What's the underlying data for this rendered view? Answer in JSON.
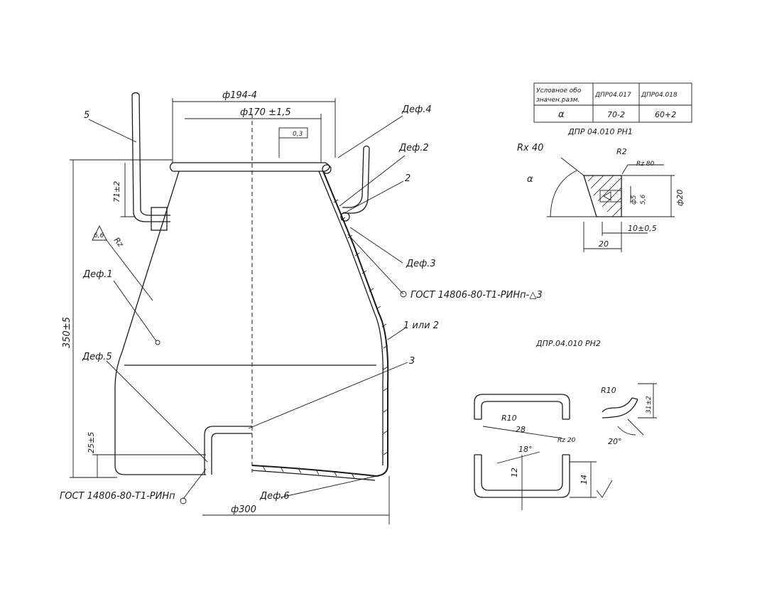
{
  "dimensions": {
    "d194": "ф194-4",
    "d170": "ф170 ±1,5",
    "flat": "0,3",
    "h71": "71±2",
    "h350": "350±5",
    "h25": "25±5",
    "d300": "ф300"
  },
  "callouts": {
    "n5": "5",
    "def4": "Деф.4",
    "def2": "Деф.2",
    "n2": "2",
    "def3": "Деф.3",
    "gost_top": "ГОСТ 14806-80-Т1-РИНп-△3",
    "n1or2": "1 или 2",
    "n3": "3",
    "def1": "Деф.1",
    "def5": "Деф.5",
    "gost_bottom": "ГОСТ 14806-80-Т1-РИНп",
    "def6": "Деф.6",
    "rough": "Rz",
    "rough_val": "6,6"
  },
  "table": {
    "col1_line1": "Условное обо",
    "col1_line2": "значен.разм.",
    "col2": "ДПР04.017",
    "col3": "ДПР04.018",
    "row_label": "α",
    "row_v1": "70-2",
    "row_v2": "60+2"
  },
  "detail1": {
    "title": "ДПР 04.010 РН1",
    "rx40": "Rx 40",
    "r2": "R2",
    "rz80": "Rz 80",
    "alpha": "α",
    "d5": "ф5",
    "d5b": "5,6",
    "d20": "ф20",
    "w10": "10±0,5",
    "w20": "20"
  },
  "detail2": {
    "title": "ДПР.04.010 РН2",
    "r10a": "R10",
    "w28": "28",
    "rz20": "Rz 20",
    "ang18": "18°",
    "h12": "12",
    "h14": "14",
    "r10b": "R10",
    "h31": "31±2",
    "ang20": "20°"
  }
}
